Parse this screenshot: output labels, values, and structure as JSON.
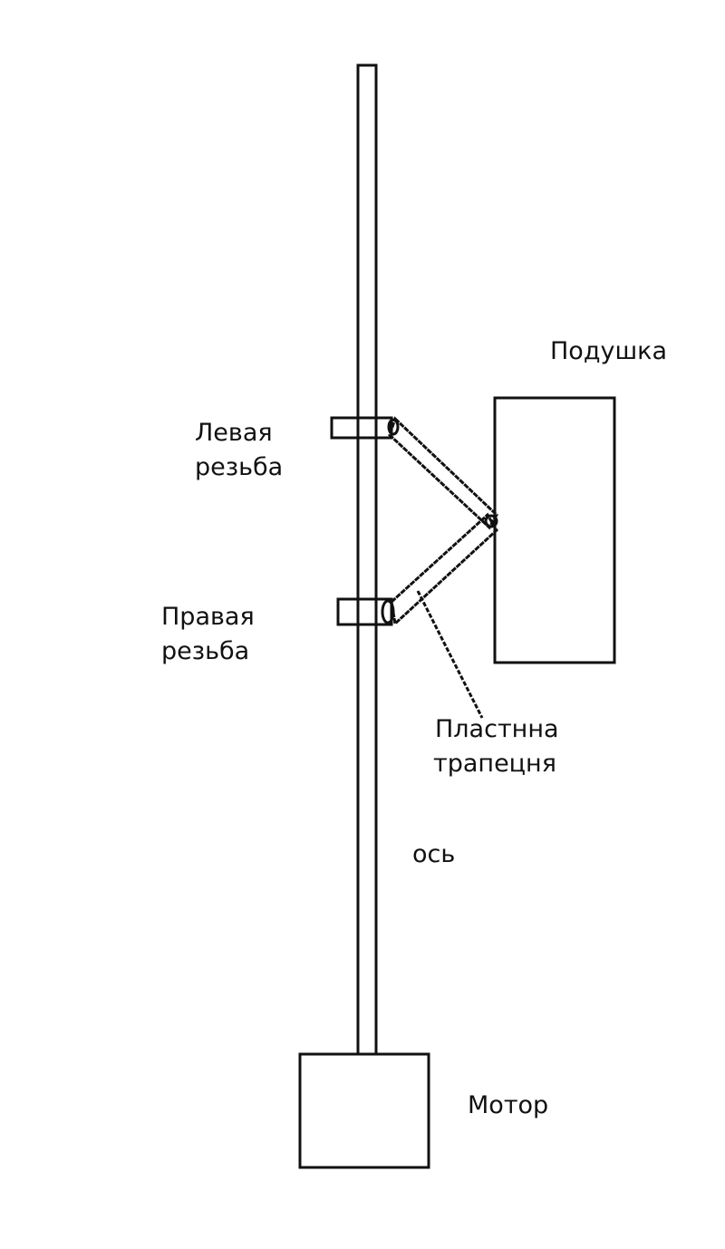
{
  "labels": {
    "pillow": "Подушка",
    "left_thread_1": "Левая",
    "left_thread_2": "резьба",
    "right_thread_1": "Правая",
    "right_thread_2": "резьба",
    "plate_1": "Пластнна",
    "plate_2": "трапецня",
    "axis": "ось",
    "motor": "Мотор"
  }
}
